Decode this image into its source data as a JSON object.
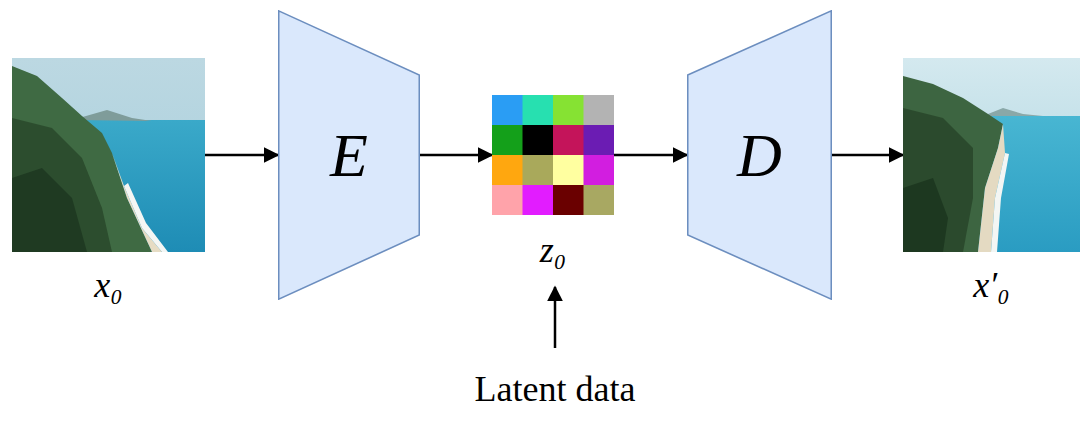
{
  "diagram": {
    "nodes": [
      {
        "text": [
          "x₀"
        ]
      },
      {
        "text": [
          "E"
        ]
      },
      {
        "text": [
          "z₀"
        ]
      },
      {
        "text": [
          "D"
        ]
      },
      {
        "text": [
          "x′₀"
        ]
      }
    ],
    "edges": [
      {
        "from": 0,
        "to": 1,
        "arrow": "to"
      },
      {
        "from": 1,
        "to": 2,
        "arrow": "to"
      },
      {
        "from": 2,
        "to": 3,
        "arrow": "to"
      },
      {
        "from": 3,
        "to": 4,
        "arrow": "to"
      }
    ],
    "labels": [
      "Latent data"
    ]
  }
}
